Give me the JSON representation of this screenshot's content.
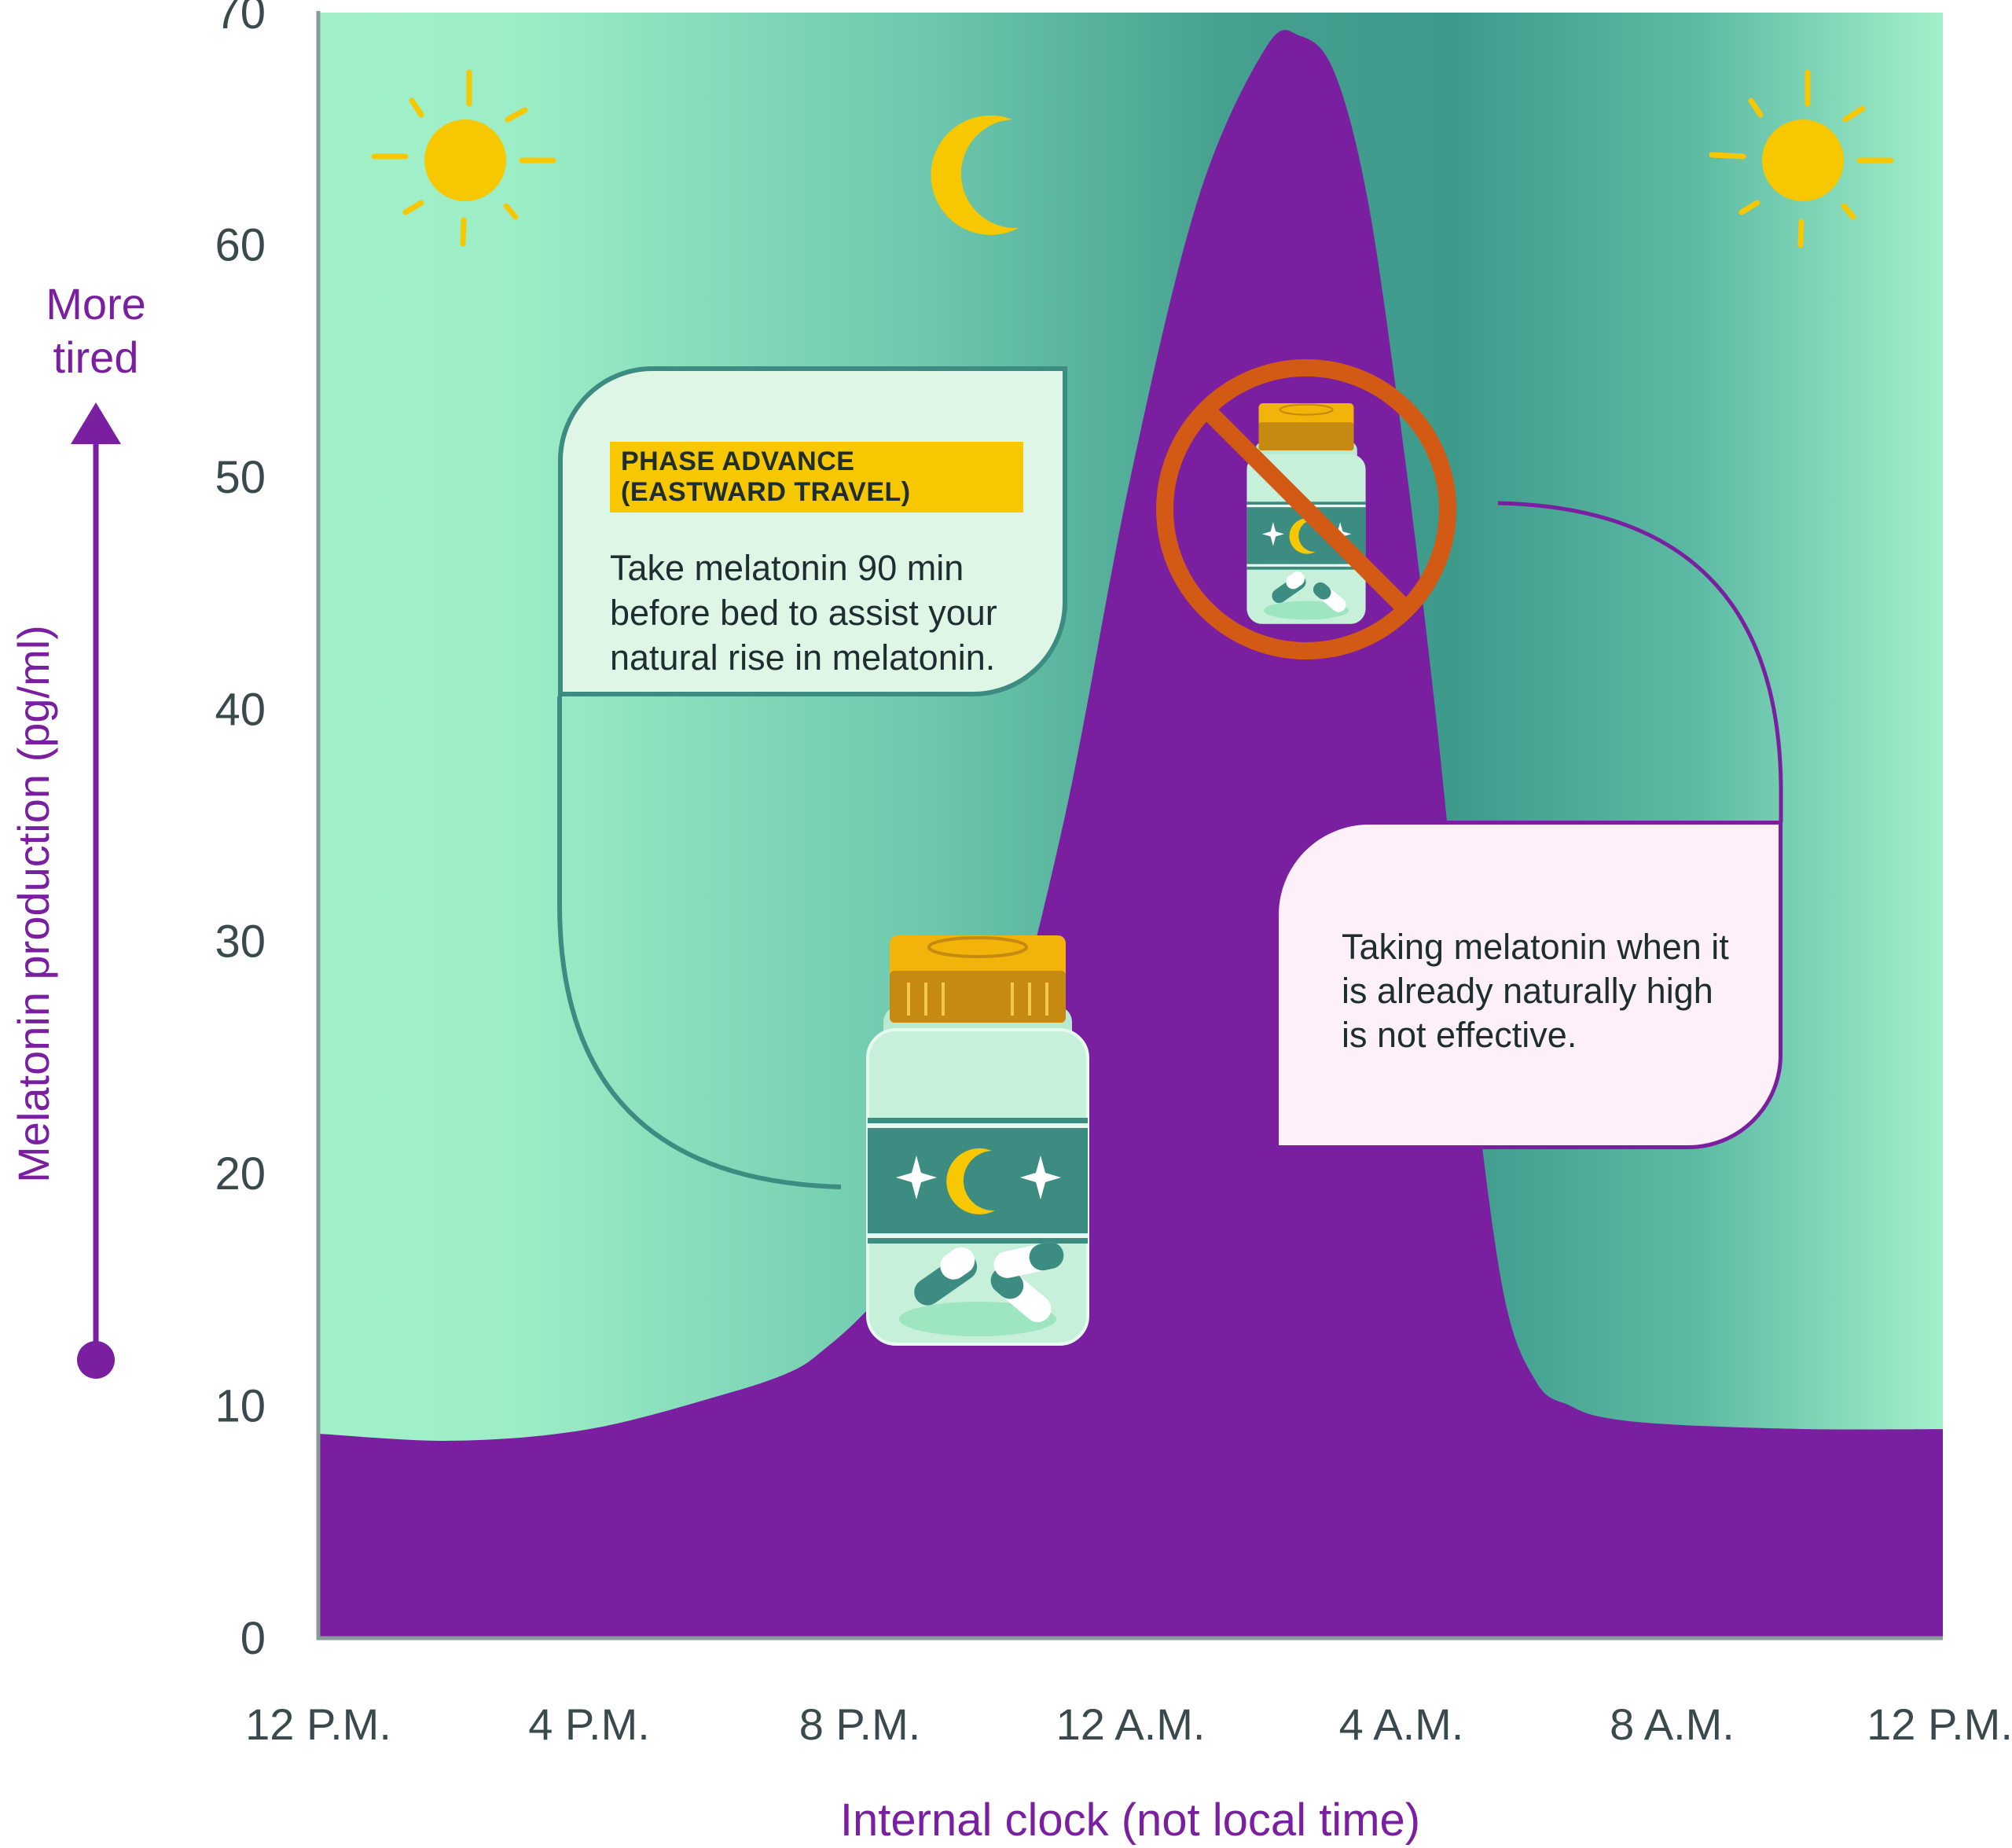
{
  "chart_data": {
    "type": "area",
    "xlabel": "Internal clock (not local time)",
    "ylabel": "Melatonin production (pg/ml)",
    "x_ticks": [
      "12 P.M.",
      "4 P.M.",
      "8 P.M.",
      "12 A.M.",
      "4 A.M.",
      "8 A.M.",
      "12 P.M."
    ],
    "y_ticks": [
      0,
      10,
      20,
      30,
      40,
      50,
      60,
      70
    ],
    "ylim": [
      0,
      70
    ],
    "xlim_hours": [
      0,
      24
    ],
    "series": [
      {
        "x_hours": [
          0,
          2,
          4,
          6,
          7,
          7.5,
          8,
          8.5,
          9,
          10,
          11,
          12,
          13,
          14,
          14.5,
          15,
          15.5,
          16,
          16.5,
          17,
          17.5,
          18,
          18.5,
          19,
          20,
          22,
          24
        ],
        "values": [
          8.8,
          8.5,
          9,
          10.5,
          11.5,
          12.5,
          13.8,
          15.5,
          18.5,
          24,
          35,
          50,
          62,
          68.5,
          69,
          67.5,
          62,
          52,
          40,
          26,
          15,
          11,
          10,
          9.5,
          9.2,
          9,
          9
        ]
      }
    ]
  },
  "side_indicator": {
    "label_line1": "More",
    "label_line2": "tired"
  },
  "callouts": {
    "phase_advance": {
      "badge": "PHASE ADVANCE (EASTWARD TRAVEL)",
      "text": "Take melatonin 90 min before bed to assist your natural rise in melatonin."
    },
    "not_effective": {
      "text": "Taking melatonin when it is already naturally high is not effective."
    }
  },
  "icons": [
    "sun-icon",
    "moon-icon",
    "sun-icon",
    "melatonin-bottle-icon",
    "no-melatonin-icon"
  ],
  "colors": {
    "curve_fill": "#7a1fa0",
    "background_light": "#9ceec6",
    "background_dark": "#3e9a8b",
    "sun": "#f7c700",
    "prohibited": "#d35a14",
    "axis_text": "#3a4a4c",
    "label_purple": "#7a1fa0"
  }
}
